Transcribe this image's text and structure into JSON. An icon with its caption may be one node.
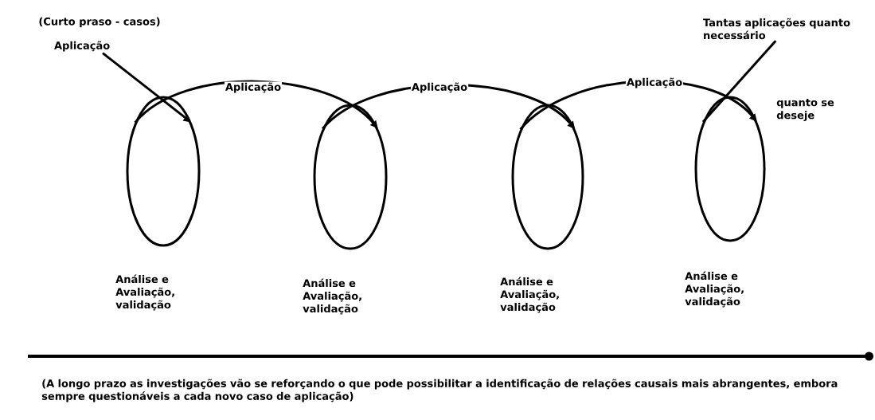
{
  "diagram": {
    "nodes": [
      {
        "text": [
          "Aplicação"
        ]
      },
      {
        "text": [],
        "shape": "circle",
        "beside": [
          "Análise e Avaliação, validação"
        ]
      },
      {
        "text": [],
        "shape": "circle",
        "beside": [
          "Análise e Avaliação, validação"
        ]
      },
      {
        "text": [],
        "shape": "circle",
        "beside": [
          "Análise e Avaliação, validação"
        ]
      },
      {
        "text": [],
        "shape": "circle",
        "beside": [
          "Análise e Avaliação, validação"
        ]
      },
      {
        "text": [
          "Tantas aplicações quanto necessário"
        ]
      }
    ],
    "edges": [
      {
        "from": 0,
        "to": 1,
        "arrow": "to"
      },
      {
        "from": 1,
        "to": 2,
        "arrow": "to",
        "label": "Aplicação"
      },
      {
        "from": 2,
        "to": 3,
        "arrow": "to",
        "label": "Aplicação"
      },
      {
        "from": 3,
        "to": 4,
        "arrow": "to",
        "label": "Aplicação"
      },
      {
        "from": 4,
        "to": 5,
        "arrow": "none"
      }
    ],
    "labels": [
      "(Curto praso - casos)",
      "quanto se deseje",
      "(A longo prazo as investigações vão se reforçando o que pode possibilitar a identificação de relações causais mais abrangentes, embora sempre questionáveis a cada novo caso de aplicação)"
    ]
  }
}
